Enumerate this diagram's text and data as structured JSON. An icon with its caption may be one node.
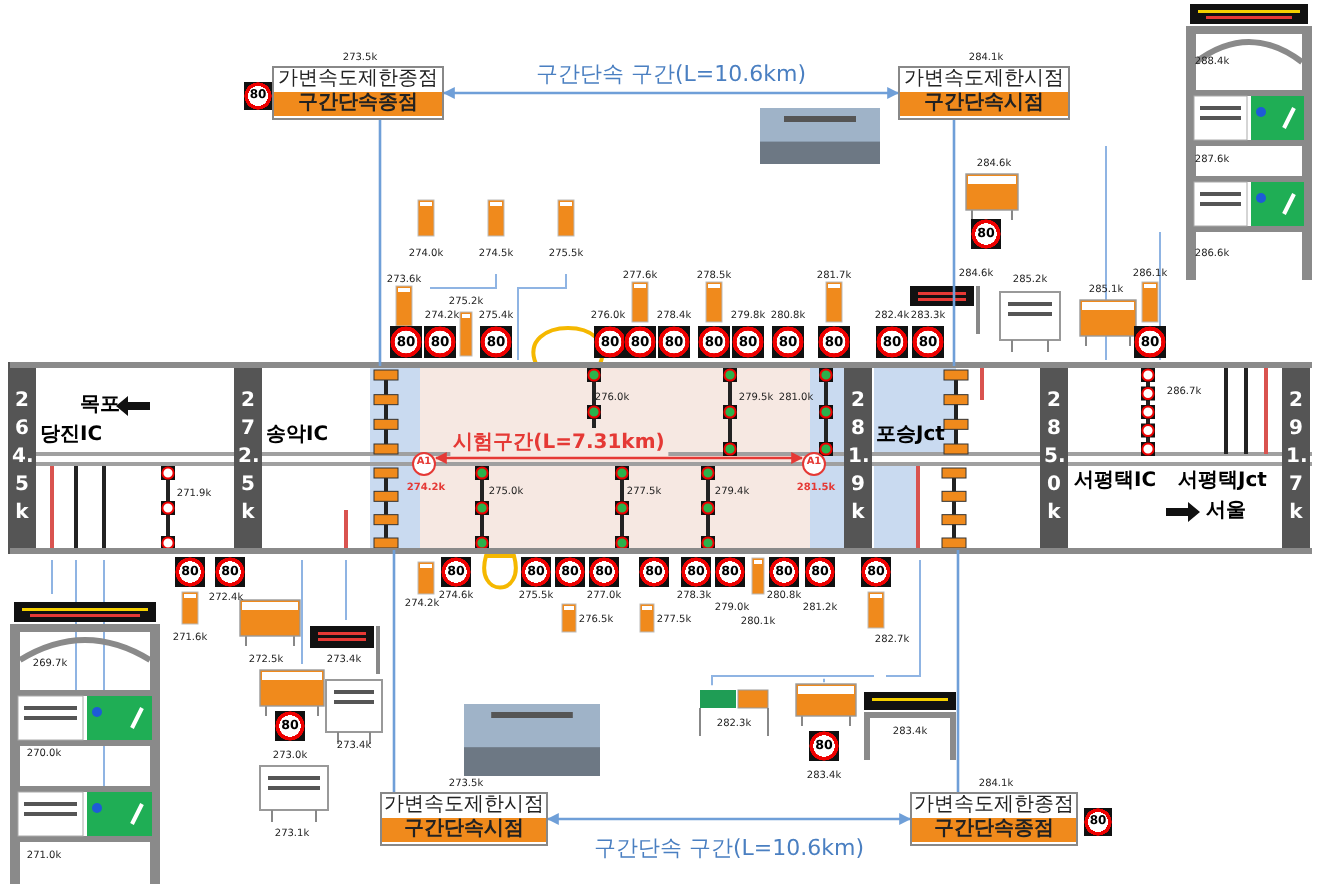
{
  "diagram": {
    "nodes": [
      {
        "text": [
          "가변속도제한종점",
          "구간단속종점"
        ],
        "beside": [
          "273.5k",
          "80"
        ]
      },
      {
        "text": [
          "가변속도제한시점",
          "구간단속시점"
        ],
        "beside": [
          "284.1k"
        ]
      },
      {
        "text": [
          "가변속도제한시점",
          "구간단속시점"
        ],
        "beside": [
          "273.5k"
        ]
      },
      {
        "text": [
          "가변속도제한종점",
          "구간단속종점"
        ],
        "beside": [
          "284.1k",
          "80"
        ]
      },
      {
        "text": [],
        "shape": "bar"
      },
      {
        "text": [
          "A1"
        ],
        "beside": [
          "274.2k"
        ],
        "in": 4
      },
      {
        "text": [
          "A1"
        ],
        "beside": [
          "281.5k"
        ],
        "in": 4
      }
    ],
    "edges": [
      {
        "from": 0,
        "to": 1,
        "arrow": "both",
        "label": "구간단속 구간(L=10.6km)"
      },
      {
        "from": 2,
        "to": 3,
        "arrow": "both",
        "label": "구간단속 구간(L=10.6km)"
      },
      {
        "from": 5,
        "to": 6,
        "arrow": "both",
        "label": "시험구간(L=7.31km)",
        "color": "#e53935"
      },
      {
        "from": 0,
        "to": 4,
        "arrow": "none"
      },
      {
        "from": 1,
        "to": 4,
        "arrow": "none"
      },
      {
        "from": 2,
        "to": 4,
        "arrow": "none"
      },
      {
        "from": 3,
        "to": 4,
        "arrow": "none"
      }
    ],
    "labels": [
      "288.4k",
      "287.6k",
      "284.6k",
      "274.0k",
      "274.5k",
      "275.5k",
      "80",
      "286.6k",
      "277.6k",
      "278.5k",
      "281.7k",
      "284.6k",
      "286.1k",
      "273.6k",
      "285.1k",
      "285.2k",
      "274.2k",
      "275.2k",
      "275.4k",
      "276.0k",
      "278.4k",
      "279.8k",
      "280.8k",
      "282.4k",
      "283.3k",
      "80",
      "80",
      "80",
      "80",
      "80",
      "80",
      "80",
      "80",
      "80",
      "80",
      "80",
      "80",
      "80",
      "264.5k",
      "272.5k",
      "281.9k",
      "285.0k",
      "291.7k",
      "목포",
      "당진IC",
      "송악IC",
      "포승Jct",
      "서평택IC",
      "서평택Jct",
      "서울",
      "271.9k",
      "276.0k",
      "279.5k",
      "281.0k",
      "286.7k",
      "275.0k",
      "277.5k",
      "279.4k",
      "80",
      "80",
      "80",
      "80",
      "80",
      "80",
      "80",
      "80",
      "80",
      "80",
      "80",
      "80",
      "272.4k",
      "274.2k",
      "274.6k",
      "275.5k",
      "277.0k",
      "278.3k",
      "279.0k",
      "280.8k",
      "281.2k",
      "276.5k",
      "277.5k",
      "280.1k",
      "271.6k",
      "282.7k",
      "269.7k",
      "272.5k",
      "273.4k",
      "80",
      "282.3k",
      "283.4k",
      "270.0k",
      "273.0k",
      "273.4k",
      "80",
      "283.4k",
      "273.1k",
      "271.0k"
    ]
  }
}
